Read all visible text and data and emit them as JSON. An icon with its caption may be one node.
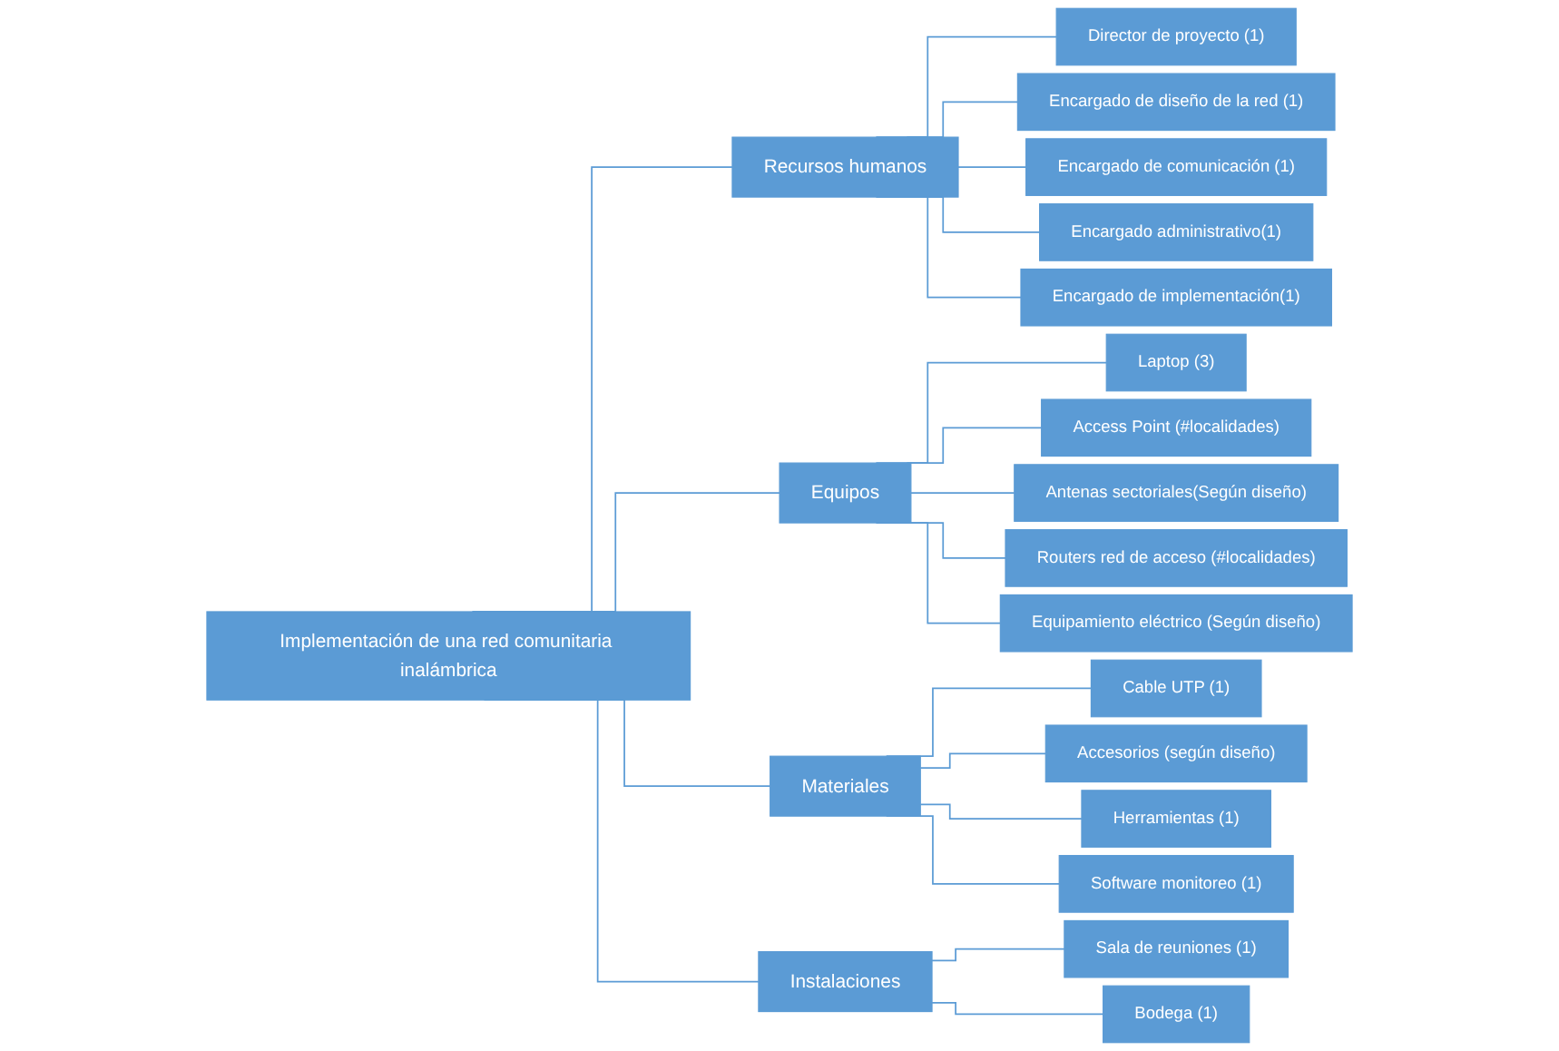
{
  "diagram": {
    "nodes": [
      {
        "text": [
          "Implementación de una red comunitaria inalámbrica"
        ]
      },
      {
        "text": [
          "Recursos humanos"
        ]
      },
      {
        "text": [
          "Director de proyecto (1)"
        ]
      },
      {
        "text": [
          "Encargado de diseño de la red (1)"
        ]
      },
      {
        "text": [
          "Encargado de comunicación (1)"
        ]
      },
      {
        "text": [
          "Encargado administrativo(1)"
        ]
      },
      {
        "text": [
          "Encargado de implementación(1)"
        ]
      },
      {
        "text": [
          "Equipos"
        ]
      },
      {
        "text": [
          "Laptop (3)"
        ]
      },
      {
        "text": [
          "Access Point (#localidades)"
        ]
      },
      {
        "text": [
          "Antenas sectoriales(Según diseño)"
        ]
      },
      {
        "text": [
          "Routers red de acceso (#localidades)"
        ]
      },
      {
        "text": [
          "Equipamiento eléctrico (Según diseño)"
        ]
      },
      {
        "text": [
          "Materiales"
        ]
      },
      {
        "text": [
          "Cable UTP (1)"
        ]
      },
      {
        "text": [
          "Accesorios (según diseño)"
        ]
      },
      {
        "text": [
          "Herramientas (1)"
        ]
      },
      {
        "text": [
          "Software monitoreo (1)"
        ]
      },
      {
        "text": [
          "Instalaciones"
        ]
      },
      {
        "text": [
          "Sala de reuniones (1)"
        ]
      },
      {
        "text": [
          "Bodega (1)"
        ]
      }
    ],
    "edges": [
      {
        "from": 0,
        "to": 1,
        "arrow": "none"
      },
      {
        "from": 0,
        "to": 7,
        "arrow": "none"
      },
      {
        "from": 0,
        "to": 13,
        "arrow": "none"
      },
      {
        "from": 0,
        "to": 18,
        "arrow": "none"
      },
      {
        "from": 1,
        "to": 2,
        "arrow": "none"
      },
      {
        "from": 1,
        "to": 3,
        "arrow": "none"
      },
      {
        "from": 1,
        "to": 4,
        "arrow": "none"
      },
      {
        "from": 1,
        "to": 5,
        "arrow": "none"
      },
      {
        "from": 1,
        "to": 6,
        "arrow": "none"
      },
      {
        "from": 7,
        "to": 8,
        "arrow": "none"
      },
      {
        "from": 7,
        "to": 9,
        "arrow": "none"
      },
      {
        "from": 7,
        "to": 10,
        "arrow": "none"
      },
      {
        "from": 7,
        "to": 11,
        "arrow": "none"
      },
      {
        "from": 7,
        "to": 12,
        "arrow": "none"
      },
      {
        "from": 13,
        "to": 14,
        "arrow": "none"
      },
      {
        "from": 13,
        "to": 15,
        "arrow": "none"
      },
      {
        "from": 13,
        "to": 16,
        "arrow": "none"
      },
      {
        "from": 13,
        "to": 17,
        "arrow": "none"
      },
      {
        "from": 18,
        "to": 19,
        "arrow": "none"
      },
      {
        "from": 18,
        "to": 20,
        "arrow": "none"
      }
    ]
  }
}
